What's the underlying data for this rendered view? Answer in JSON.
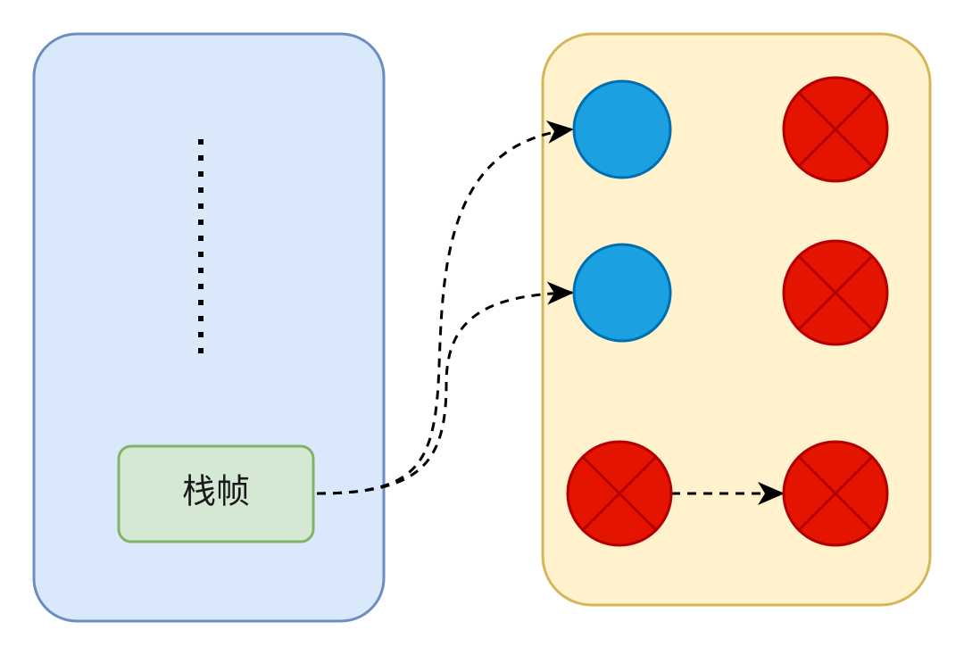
{
  "stack": {
    "frame_label": "栈帧",
    "fill": "#dae8fc",
    "stroke": "#6c8ebf"
  },
  "frame": {
    "fill": "#d5e8d4",
    "stroke": "#82b366"
  },
  "heap": {
    "fill": "#fff2cc",
    "stroke": "#d6b656"
  },
  "colors": {
    "reachable_object": "#1ba1e2",
    "reachable_stroke": "#006eaf",
    "garbage_object": "#e51400",
    "garbage_stroke": "#b20000",
    "arrow": "#000000"
  },
  "objects": [
    {
      "id": "o1",
      "state": "reachable",
      "icon": "circle"
    },
    {
      "id": "o2",
      "state": "garbage",
      "icon": "crossed-circle"
    },
    {
      "id": "o3",
      "state": "reachable",
      "icon": "circle"
    },
    {
      "id": "o4",
      "state": "garbage",
      "icon": "crossed-circle"
    },
    {
      "id": "o5",
      "state": "garbage",
      "icon": "crossed-circle"
    },
    {
      "id": "o6",
      "state": "garbage",
      "icon": "crossed-circle"
    }
  ],
  "references": [
    {
      "from": "frame",
      "to": "o1"
    },
    {
      "from": "frame",
      "to": "o3"
    },
    {
      "from": "o5",
      "to": "o6"
    }
  ]
}
